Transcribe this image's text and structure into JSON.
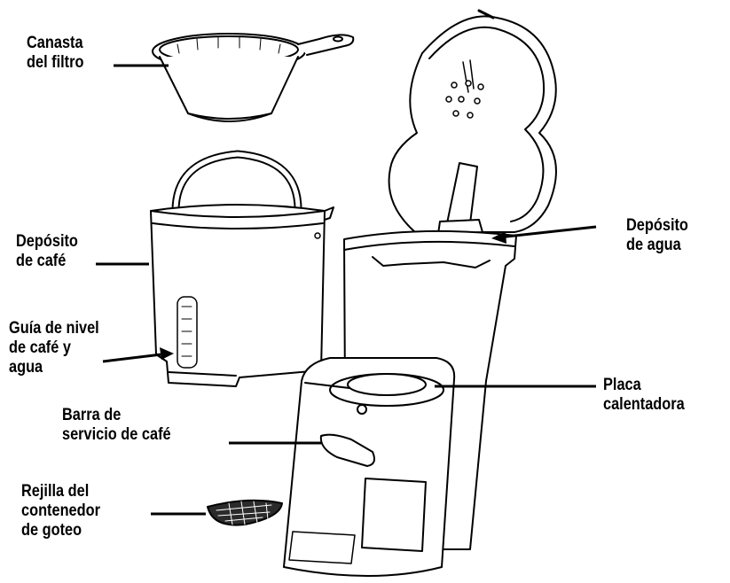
{
  "labels": {
    "canasta": [
      "Canasta",
      "del filtro"
    ],
    "deposito_cafe": [
      "Depósito",
      "de café"
    ],
    "guia": [
      "Guía de nivel",
      "de café y",
      "agua"
    ],
    "barra": [
      "Barra de",
      "servicio de café"
    ],
    "rejilla": [
      "Rejilla del",
      "contenedor",
      "de goteo"
    ],
    "deposito_agua": [
      "Depósito",
      "de agua"
    ],
    "placa": [
      "Placa",
      "calentadora"
    ]
  },
  "colors": {
    "ink": "#000000",
    "paper": "#ffffff",
    "shade": "#d9d9d9"
  }
}
